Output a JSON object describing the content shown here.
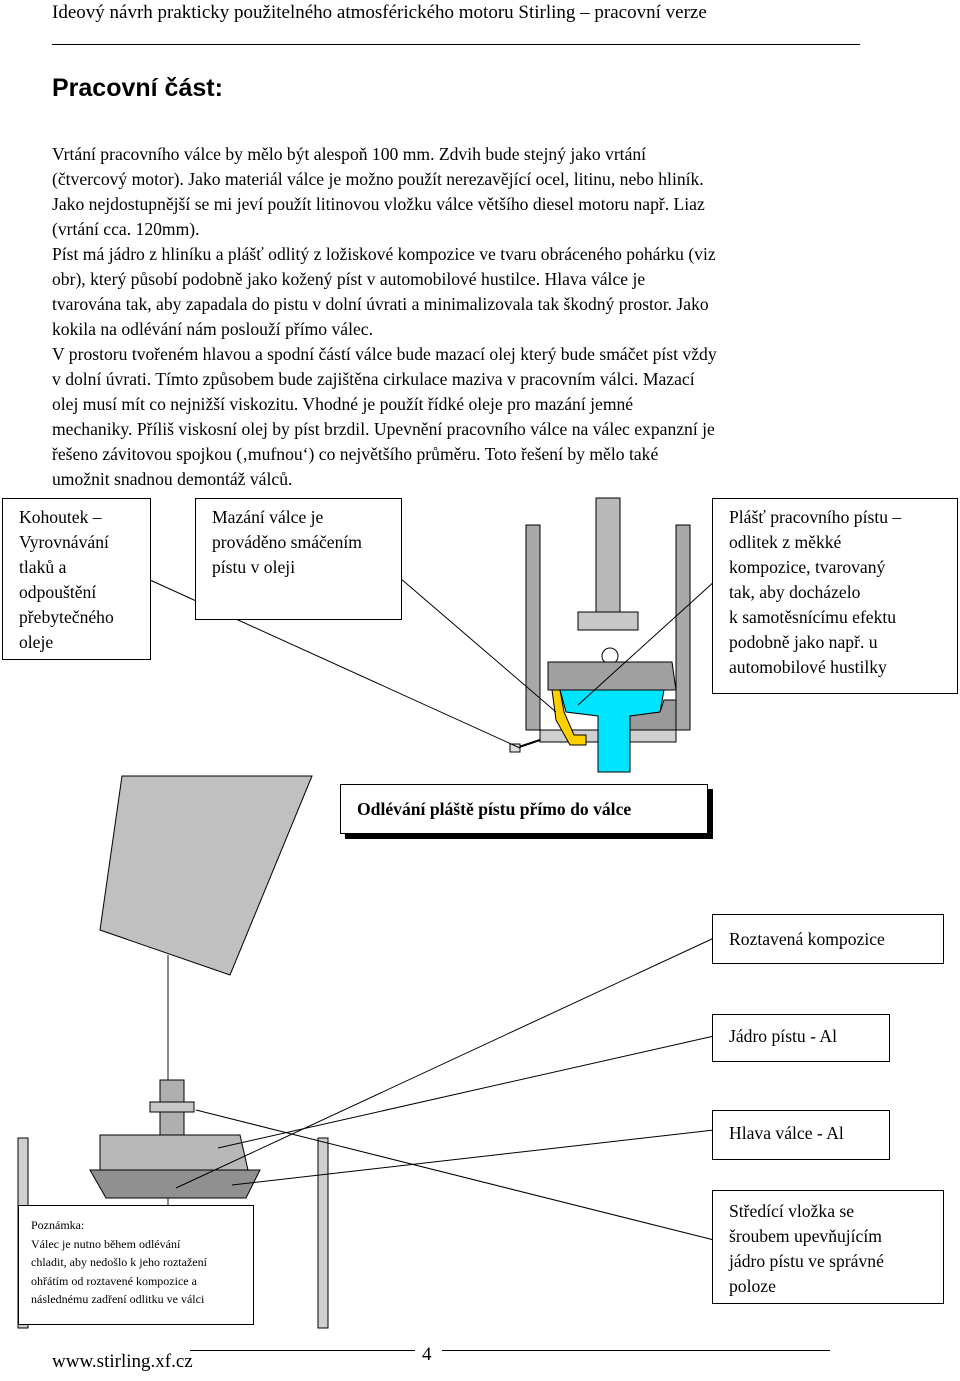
{
  "header": {
    "title": "Ideový návrh prakticky použitelného atmosférického motoru Stirling – pracovní verze"
  },
  "section": {
    "title": "Pracovní část:"
  },
  "body": {
    "lines": [
      "Vrtání pracovního válce by mělo být alespoň 100 mm. Zdvih bude stejný jako vrtání",
      "(čtvercový motor). Jako materiál válce je možno použít nerezavějící ocel, litinu, nebo hliník.",
      "Jako nejdostupnější se mi jeví použít litinovou vložku válce většího diesel motoru např. Liaz",
      "(vrtání cca. 120mm).",
      "Píst má jádro z hliníku a plášť odlitý z ložiskové kompozice ve tvaru obráceného pohárku (viz",
      "obr), který působí podobně jako kožený píst v automobilové hustilce. Hlava válce je",
      "tvarována tak, aby zapadala do pistu v dolní úvrati a minimalizovala tak škodný prostor. Jako",
      "kokila na odlévání nám poslouží přímo válec.",
      "V prostoru tvořeném hlavou a spodní částí válce bude mazací olej který bude smáčet píst vždy",
      "v dolní úvrati. Tímto způsobem bude zajištěna cirkulace maziva v pracovním válci. Mazací",
      "olej musí mít co nejnižší viskozitu. Vhodné je použít řídké oleje pro mazání jemné",
      "mechaniky. Příliš viskosní olej by píst brzdil. Upevnění pracovního válce na válec expanzní je",
      "řešeno závitovou spojkou (‚mufnou‘) co největšího průměru. Toto řešení by mělo také",
      "umožnit snadnou demontáž válců."
    ]
  },
  "callouts": {
    "kohoutek": [
      "Kohoutek –",
      "Vyrovnávání",
      "tlaků a",
      "odpouštění",
      "přebytečného",
      "oleje"
    ],
    "mazani": [
      "Mazání válce je",
      "prováděno smáčením",
      "pístu v oleji"
    ],
    "plast": [
      "Plášť pracovního pístu –",
      "odlitek z měkké",
      "kompozice, tvarovaný",
      "tak, aby docházelo",
      "k samotěsnícímu efektu",
      "podobně jako např. u",
      "automobilové hustilky"
    ],
    "odlevani": "Odlévání pláště pístu přímo do válce",
    "roztavena": "Roztavená kompozice",
    "jadro": "Jádro pístu - Al",
    "hlava": "Hlava válce - Al",
    "stredici": [
      "Středící vložka se",
      "šroubem upevňujícím",
      "jádro pístu ve správné",
      "poloze"
    ],
    "note": [
      "Poznámka:",
      "Válec je nutno během odlévání",
      "chladit, aby nedošlo k jeho roztažení",
      "ohřátím  od roztavené kompozice a",
      "následnému zadření odlitku ve válci"
    ]
  },
  "footer": {
    "url": "www.stirling.xf.cz",
    "page_number": "4"
  },
  "colors": {
    "cylinder_head_gray": "#a0a0a0",
    "piston_core_cyan": "#00e5ff",
    "shell_yellow": "#ffd000",
    "rod_gray": "#b8b8b8",
    "outline": "#000000"
  }
}
